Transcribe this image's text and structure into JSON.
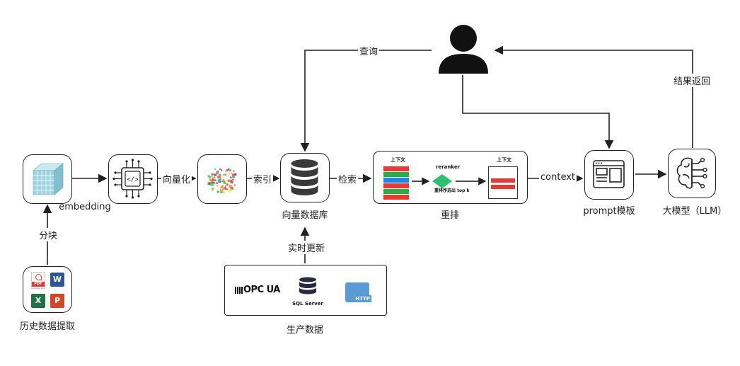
{
  "nodes": {
    "embedding_label": "embedding",
    "vector_db_label": "向量数据库",
    "rerank_label": "重排",
    "prompt_label": "prompt模板",
    "llm_label": "大模型（LLM）",
    "history_label": "历史数据提取",
    "production_label": "生产数据"
  },
  "edges": {
    "vectorize": "向量化",
    "index": "索引",
    "retrieve": "检索",
    "context": "context",
    "query": "查询",
    "result_return": "结果返回",
    "chunk": "分块",
    "realtime_update": "实时更新"
  },
  "rerank_panel": {
    "left_title": "上下文",
    "reranker": "reranker",
    "right_title": "上下文",
    "sort_caption": "重排序选出 top k"
  },
  "production_sources": {
    "opc_ua": "OPC UA",
    "sql_server": "SQL Server",
    "http": "HTTP"
  },
  "file_icons": {
    "pdf": "PDF",
    "word": "W",
    "excel": "X",
    "ppt": "P"
  },
  "colors": {
    "line": "#222222",
    "user": "#111111",
    "bar_red": "#e53935",
    "bar_green": "#2eaa47",
    "bar_blue": "#1e88e5",
    "reranker": "#2fbf71",
    "cube": "#9fd3df",
    "word_blue": "#2b579a",
    "excel_green": "#217346",
    "ppt_orange": "#d24726",
    "pdf_red": "#e53935",
    "http_blue": "#5b9bd5"
  }
}
